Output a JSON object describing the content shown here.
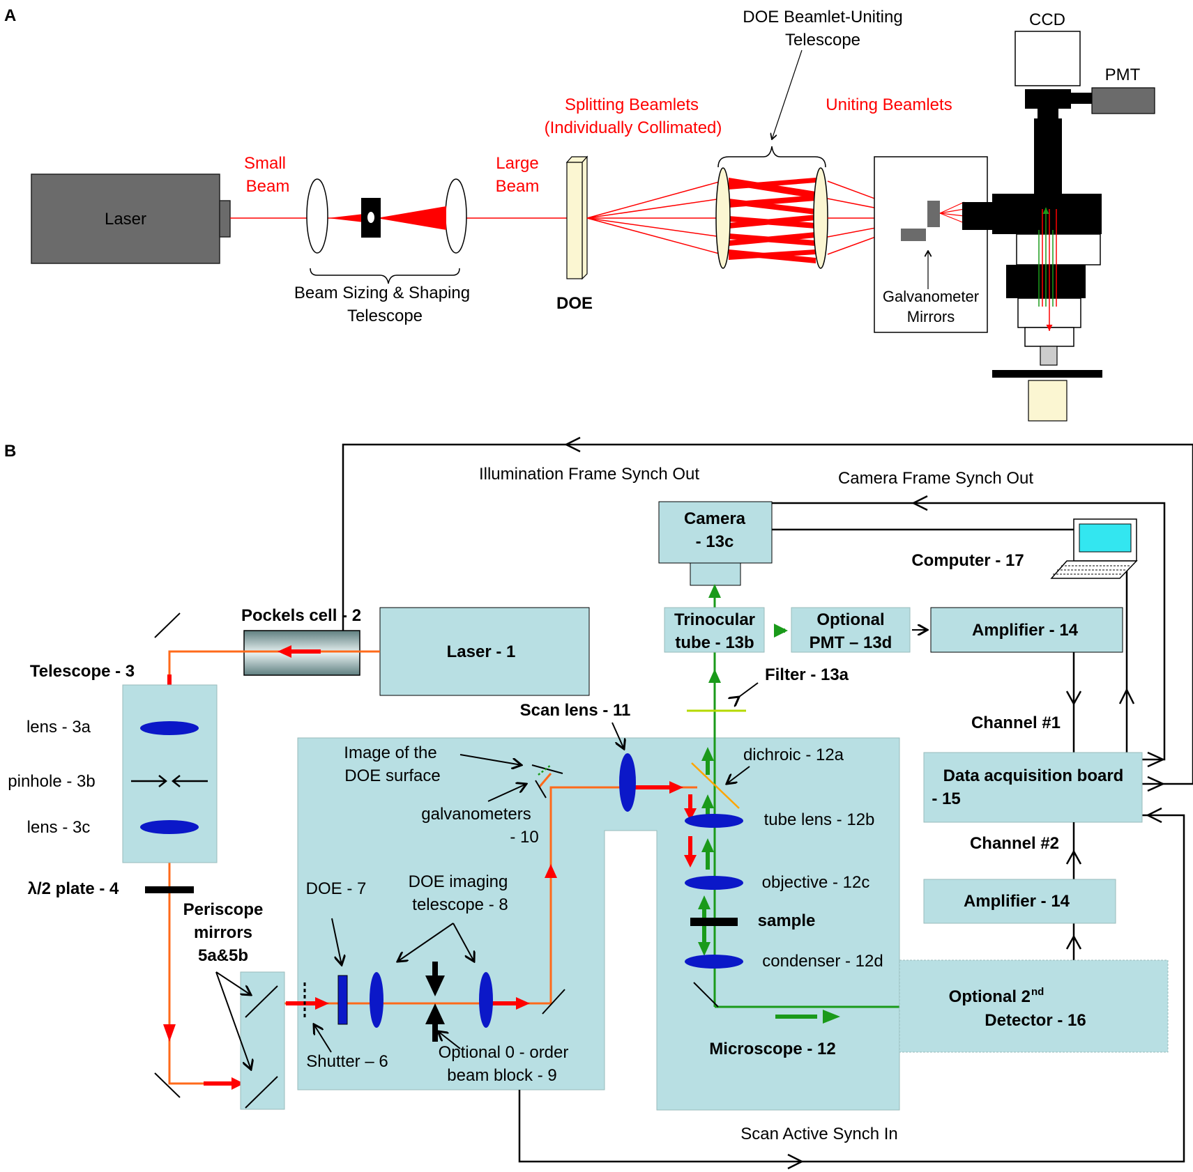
{
  "panel_a": {
    "label": "A",
    "laser": "Laser",
    "small_beam": [
      "Small",
      "Beam"
    ],
    "large_beam": [
      "Large",
      "Beam"
    ],
    "beam_sizing": [
      "Beam Sizing & Shaping",
      "Telescope"
    ],
    "doe": "DOE",
    "splitting": [
      "Splitting Beamlets",
      "(Individually Collimated)"
    ],
    "doe_telescope": [
      "DOE Beamlet-Uniting",
      "Telescope"
    ],
    "uniting": "Uniting Beamlets",
    "galvo": [
      "Galvanometer",
      "Mirrors"
    ],
    "ccd": "CCD",
    "pmt": "PMT"
  },
  "panel_b": {
    "label": "B",
    "illum_synch": "Illumination Frame Synch Out",
    "camera_synch": "Camera Frame Synch Out",
    "camera": [
      "Camera",
      "- 13c"
    ],
    "computer": "Computer - 17",
    "pockels": "Pockels cell - 2",
    "laser": "Laser - 1",
    "trinocular": [
      "Trinocular",
      "tube - 13b"
    ],
    "opt_pmt": [
      "Optional",
      "PMT – 13d"
    ],
    "amplifier1": "Amplifier - 14",
    "telescope": "Telescope - 3",
    "filter": "Filter - 13a",
    "scan_lens": "Scan lens - 11",
    "channel1": "Channel #1",
    "lens3a": "lens - 3a",
    "pinhole": "pinhole - 3b",
    "lens3c": "lens - 3c",
    "image_doe": [
      "Image of the",
      "DOE surface"
    ],
    "galvanometers": [
      "galvanometers",
      "- 10"
    ],
    "dichroic": "dichroic - 12a",
    "tube_lens": "tube lens - 12b",
    "daq": [
      "Data acquisition board",
      "- 15"
    ],
    "channel2": "Channel #2",
    "halfwave": "λ/2 plate - 4",
    "doe7": "DOE - 7",
    "doe_imaging": [
      "DOE imaging",
      "telescope - 8"
    ],
    "objective": "objective - 12c",
    "amplifier2": "Amplifier - 14",
    "periscope": [
      "Periscope",
      "mirrors",
      "5a&5b"
    ],
    "sample": "sample",
    "condenser": "condenser - 12d",
    "opt_2nd": [
      "Optional 2",
      "nd",
      "Detector - 16"
    ],
    "shutter": "Shutter – 6",
    "beam_block": [
      "Optional 0 - order",
      "beam block - 9"
    ],
    "microscope": "Microscope - 12",
    "scan_synch": "Scan Active Synch In"
  },
  "colors": {
    "box_fill": "#b8dfe3",
    "red_beam": "#ff0000",
    "orange_beam": "#ff6a1a",
    "green_beam": "#1a9a1a",
    "lens_blue": "#0b18c8",
    "lens_cream": "#fbf6d2",
    "laser_gray": "#6b6b6b"
  }
}
